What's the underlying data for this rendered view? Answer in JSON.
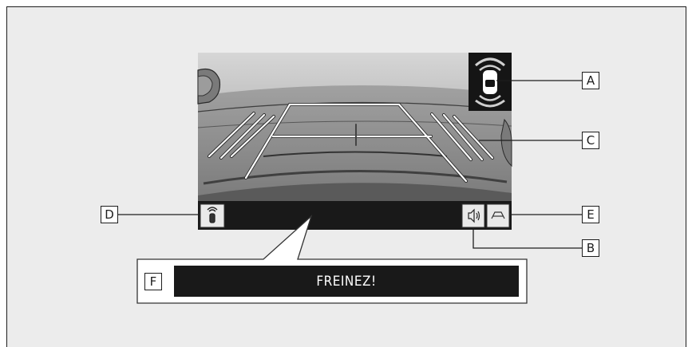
{
  "callouts": {
    "A": "A",
    "B": "B",
    "C": "C",
    "D": "D",
    "E": "E",
    "F": "F"
  },
  "warning_banner": {
    "text": "FREINEZ!"
  },
  "icons": {
    "clearance_sonar": "car-sensor-icon",
    "sound": "speaker-icon",
    "guide_line": "guide-line-icon",
    "sonar_toggle": "sonar-icon"
  },
  "colors": {
    "background": "#ececec",
    "screen_dark": "#1a1a1a",
    "guide_lines": "#ffffff"
  }
}
